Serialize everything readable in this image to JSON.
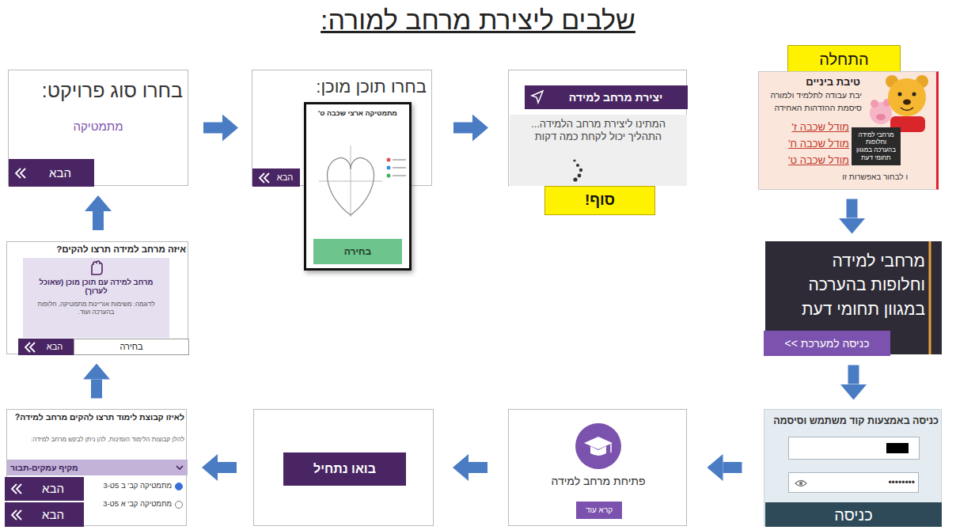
{
  "diagram": {
    "title": "שלבים ליצירת מרחב למורה:",
    "nodes": [
      {
        "text": [
          "התחלה"
        ]
      },
      {
        "text": [
          "טיבת ביניים",
          "יבת עבודה לתלמיד ולמורה",
          "סיסמת ההזדהות האחידה",
          "מודל שכבה ז'",
          "מודל שכבה ח'",
          "מודל שכבה ט'",
          "ו לבחור באפשרות זו"
        ]
      },
      {
        "text": [
          "מרחבי למידה וחלופות בהערכה במגוון תחומי דעת"
        ],
        "in": 1
      },
      {
        "text": [
          "מרחבי למידה וחלופות בהערכה במגוון תחומי דעת"
        ]
      },
      {
        "text": [
          "כניסה למערכת >>"
        ],
        "in": 3
      },
      {
        "text": [
          "כניסה באמצעות קוד משתמש וסיסמה"
        ]
      },
      {
        "text": [
          "••••••••"
        ],
        "in": 5
      },
      {
        "text": [
          "כניסה"
        ],
        "in": 5
      },
      {
        "text": [
          "פתיחת מרחב למידה"
        ]
      },
      {
        "text": [
          "קרא עוד"
        ],
        "in": 8
      },
      {
        "text": []
      },
      {
        "text": [
          "בואו נתחיל"
        ],
        "in": 10
      },
      {
        "text": [
          "לאיזו קבוצת לימוד תרצו להקים מרחב למידה?",
          "להלן קבוצות הלימוד הזמינות, להן ניתן לבקש מרחב למידה:",
          "מתמטיקה קב' ב 5ט-3",
          "מתמטיקה קב' א 5ט-3"
        ]
      },
      {
        "text": [
          "מקיף עמקים-תבור"
        ],
        "in": 12
      },
      {
        "text": [
          "הבא"
        ],
        "in": 12
      },
      {
        "text": [
          "הבא"
        ],
        "in": 12
      },
      {
        "text": [
          "איזה מרחב למידה תרצו להקים?"
        ]
      },
      {
        "text": [
          "מרחב למידה עם תוכן מוכן (שאוכל לערוך)",
          "לדוגמה: משימות אוריינות מתמטיקה, חלופות בהערכה ועוד."
        ],
        "in": 16
      },
      {
        "text": [
          "בחירה"
        ],
        "in": 16
      },
      {
        "text": [
          "הבא"
        ],
        "in": 16
      },
      {
        "text": [
          "בחרו סוג פרויקט:",
          "מתמטיקה"
        ]
      },
      {
        "text": [
          "הבא"
        ],
        "in": 20
      },
      {
        "text": [
          "בחרו תוכן מוכן:"
        ]
      },
      {
        "text": [
          "מתמטיקה ארצי שכבה ט'"
        ],
        "in": 22
      },
      {
        "text": [
          "בחירה"
        ],
        "in": 23
      },
      {
        "text": [
          "הבא"
        ],
        "in": 22
      },
      {
        "text": [
          "המתינו ליצירת מרחב הלמידה... התהליך יכול לקחת כמה דקות"
        ]
      },
      {
        "text": [
          "יצירת מרחב למידה"
        ],
        "in": 26
      },
      {
        "text": [
          "סוף!"
        ]
      }
    ],
    "edges": [
      {
        "from": 1,
        "to": 3,
        "arrow": "to"
      },
      {
        "from": 3,
        "to": 5,
        "arrow": "to"
      },
      {
        "from": 5,
        "to": 8,
        "arrow": "to"
      },
      {
        "from": 8,
        "to": 10,
        "arrow": "to"
      },
      {
        "from": 10,
        "to": 12,
        "arrow": "to"
      },
      {
        "from": 12,
        "to": 16,
        "arrow": "to"
      },
      {
        "from": 16,
        "to": 20,
        "arrow": "to"
      },
      {
        "from": 20,
        "to": 22,
        "arrow": "to"
      },
      {
        "from": 22,
        "to": 26,
        "arrow": "to"
      }
    ]
  }
}
